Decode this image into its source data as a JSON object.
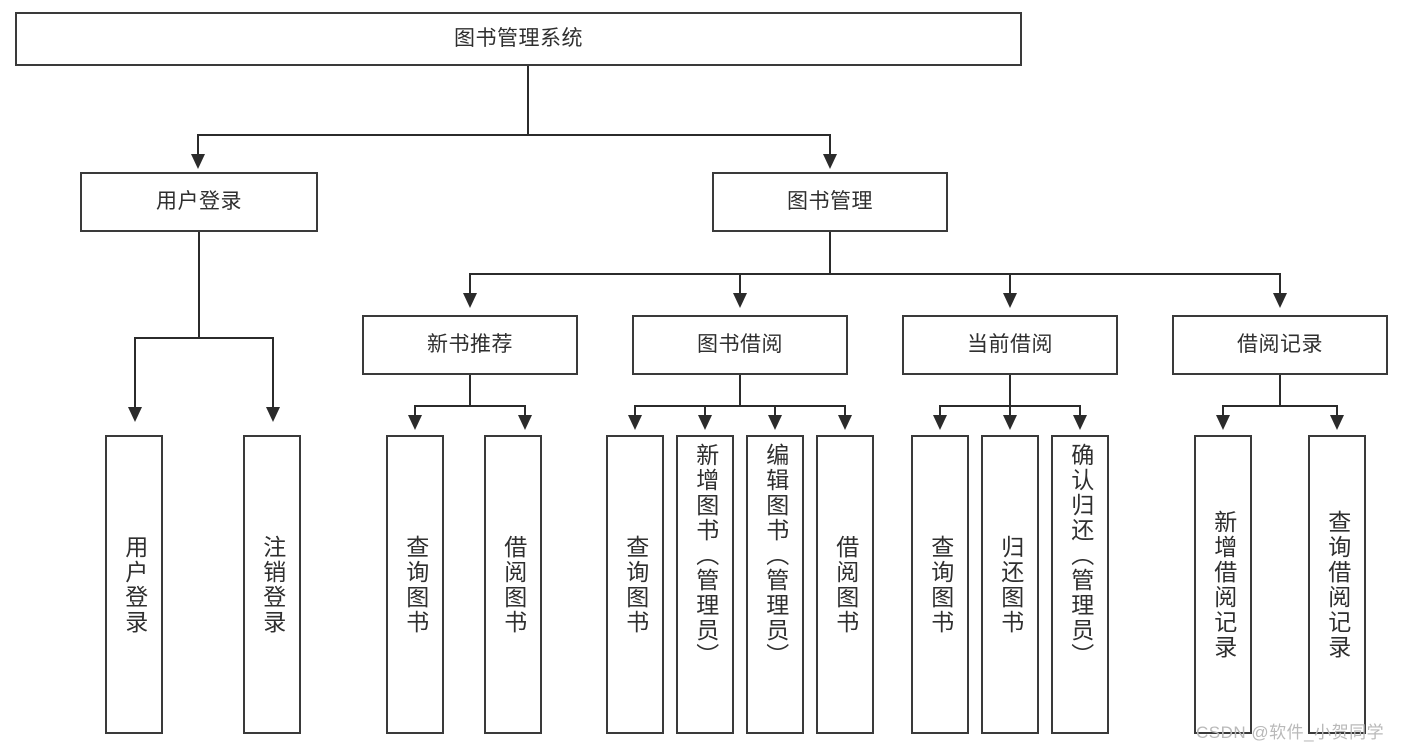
{
  "diagram": {
    "type": "tree",
    "title": "图书管理系统",
    "root": {
      "label": "图书管理系统"
    },
    "level2": [
      {
        "label": "用户登录"
      },
      {
        "label": "图书管理"
      }
    ],
    "level3": [
      {
        "label": "新书推荐"
      },
      {
        "label": "图书借阅"
      },
      {
        "label": "当前借阅"
      },
      {
        "label": "借阅记录"
      }
    ],
    "leaves": {
      "user_login": [
        {
          "label": "用户登录"
        },
        {
          "label": "注销登录"
        }
      ],
      "new_book_recommend": [
        {
          "label": "查询图书"
        },
        {
          "label": "借阅图书"
        }
      ],
      "book_borrow": [
        {
          "label": "查询图书"
        },
        {
          "label": "新增图书（管理员）"
        },
        {
          "label": "编辑图书（管理员）"
        },
        {
          "label": "借阅图书"
        }
      ],
      "current_borrow": [
        {
          "label": "查询图书"
        },
        {
          "label": "归还图书"
        },
        {
          "label": "确认归还（管理员）"
        }
      ],
      "borrow_record": [
        {
          "label": "新增借阅记录"
        },
        {
          "label": "查询借阅记录"
        }
      ]
    }
  },
  "watermark": {
    "text": "CSDN @软件_小贺同学"
  },
  "colors": {
    "border": "#3a3a3a",
    "text": "#2f2f2f",
    "line": "#2b2b2b",
    "background": "#ffffff",
    "watermark": "#b9b9b9"
  }
}
